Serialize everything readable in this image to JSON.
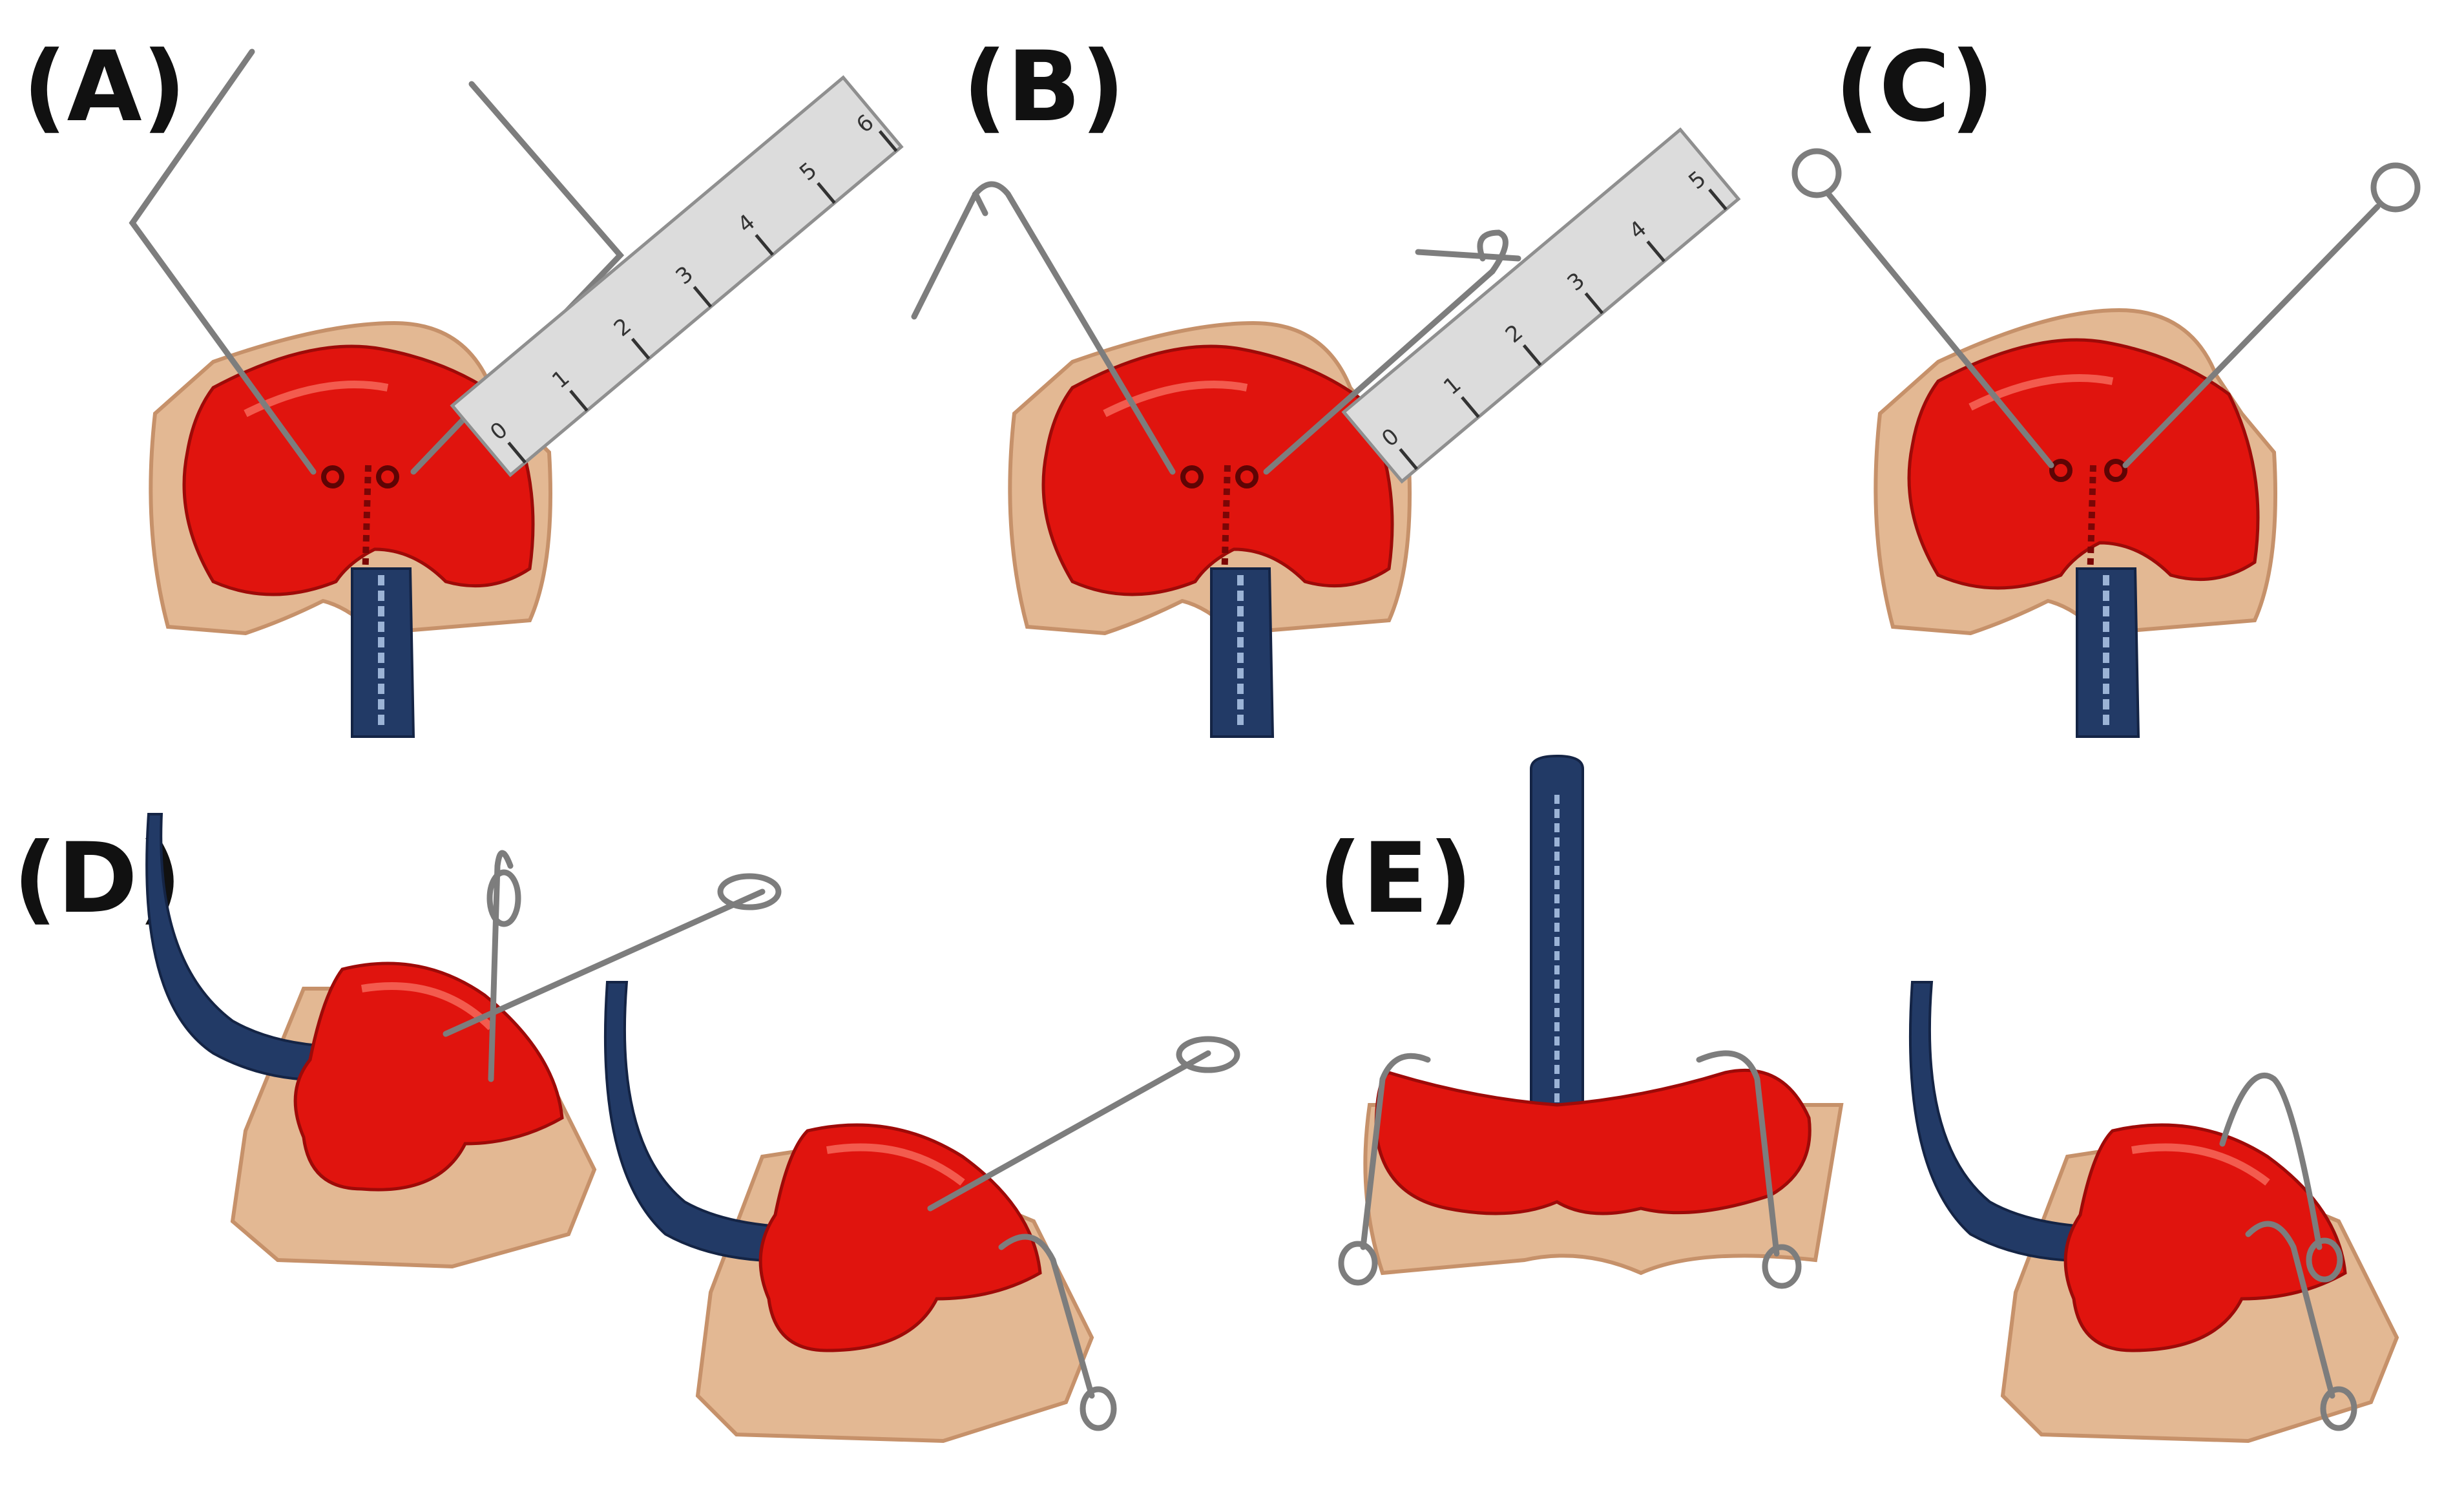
{
  "figure": {
    "panels": [
      {
        "id": "A",
        "label": "(A)"
      },
      {
        "id": "B",
        "label": "(B)"
      },
      {
        "id": "C",
        "label": "(C)"
      },
      {
        "id": "D",
        "label": "(D)"
      },
      {
        "id": "E",
        "label": "(E)"
      }
    ],
    "rulers": {
      "A": [
        "0",
        "1",
        "2",
        "3",
        "4",
        "5",
        "6"
      ],
      "B": [
        "0",
        "1",
        "2",
        "3",
        "4",
        "5"
      ]
    }
  },
  "colors": {
    "appliance_red": "#e0140e",
    "appliance_dark": "#9e0a08",
    "cast_tan": "#e3b893",
    "cast_shadow": "#c6916a",
    "tube_blue": "#223a66",
    "wire_steel": "#7d7d7d",
    "ruler_face": "#dcdcdc"
  }
}
